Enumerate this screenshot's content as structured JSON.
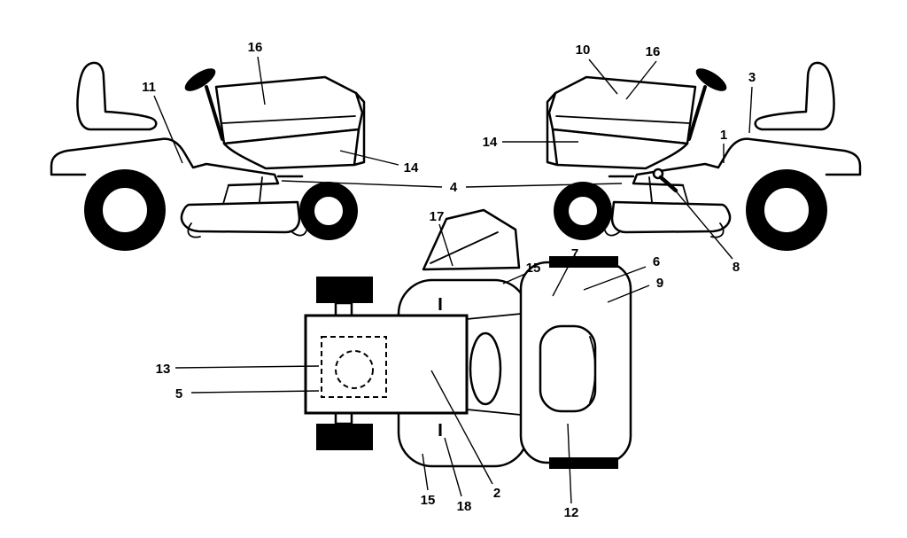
{
  "colors": {
    "ink": "#000000",
    "background": "#ffffff"
  },
  "callouts": {
    "left_16": "16",
    "left_11": "11",
    "left_14": "14",
    "center_4": "4",
    "right_10": "10",
    "right_16": "16",
    "right_3": "3",
    "right_14": "14",
    "right_1": "1",
    "right_8": "8",
    "top_17": "17",
    "top_15_upper": "15",
    "top_7": "7",
    "top_6": "6",
    "top_9": "9",
    "top_13": "13",
    "top_5": "5",
    "top_15_lower": "15",
    "top_18": "18",
    "top_2": "2",
    "top_12": "12"
  }
}
